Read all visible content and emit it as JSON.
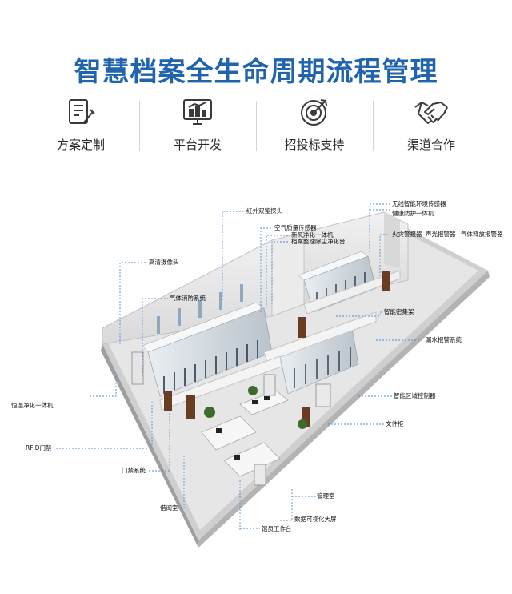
{
  "title": "智慧档案全生命周期流程管理",
  "features": [
    {
      "label": "方案定制",
      "icon": "document-pen-icon"
    },
    {
      "label": "平台开发",
      "icon": "monitor-chart-icon"
    },
    {
      "label": "招投标支持",
      "icon": "target-arrow-icon"
    },
    {
      "label": "渠道合作",
      "icon": "handshake-icon"
    }
  ],
  "colors": {
    "title": "#1f64ad",
    "icon": "#3a3a3a",
    "leader": "#4a90d9"
  },
  "callouts": {
    "infrared": "红外双鉴探头",
    "air_quality": "空气质量传感器",
    "fresh_air": "新风净化一体机",
    "archive_table": "档案整理除尘净化台",
    "camera": "高清摄像头",
    "gas_fire": "气体消防系统",
    "wireless_sensor": "无线智能环境传感器",
    "health_device": "健康防护一体机",
    "fire_alarm": "火灾警报器",
    "sound_light_alarm": "声光报警器",
    "gas_release_alarm": "气体释放报警器",
    "smart_shelf": "智能密集架",
    "leak_alarm": "漏水报警系统",
    "humidity_purifier": "恒湿净化一体机",
    "zone_controller": "智能区域控制器",
    "file_cabinet": "文件柜",
    "rfid_gate": "RFID门禁",
    "access_control": "门禁系统",
    "reading_room": "借阅室",
    "management_room": "管理室",
    "data_screen": "数据可视化大屏",
    "staff_desk": "馆员工作台"
  }
}
